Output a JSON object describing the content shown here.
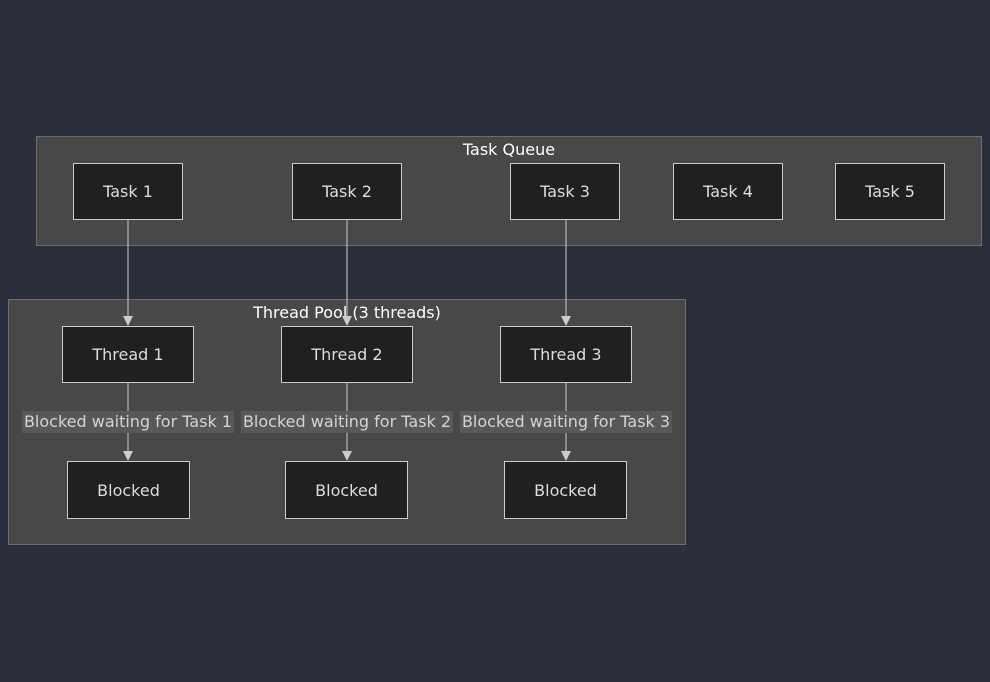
{
  "clusters": {
    "task_queue": {
      "title": "Task Queue"
    },
    "thread_pool": {
      "title": "Thread Pool (3 threads)"
    }
  },
  "tasks": [
    "Task 1",
    "Task 2",
    "Task 3",
    "Task 4",
    "Task 5"
  ],
  "threads": [
    "Thread 1",
    "Thread 2",
    "Thread 3"
  ],
  "blocked": [
    "Blocked",
    "Blocked",
    "Blocked"
  ],
  "edge_labels": [
    "Blocked waiting for Task 1",
    "Blocked waiting for Task 2",
    "Blocked waiting for Task 3"
  ],
  "colors": {
    "background": "#2a2f3b",
    "cluster_fill": "#484947",
    "node_fill": "#1f2020",
    "node_border": "#cccccc",
    "edge": "#cccccc",
    "label_bg": "#585957"
  }
}
